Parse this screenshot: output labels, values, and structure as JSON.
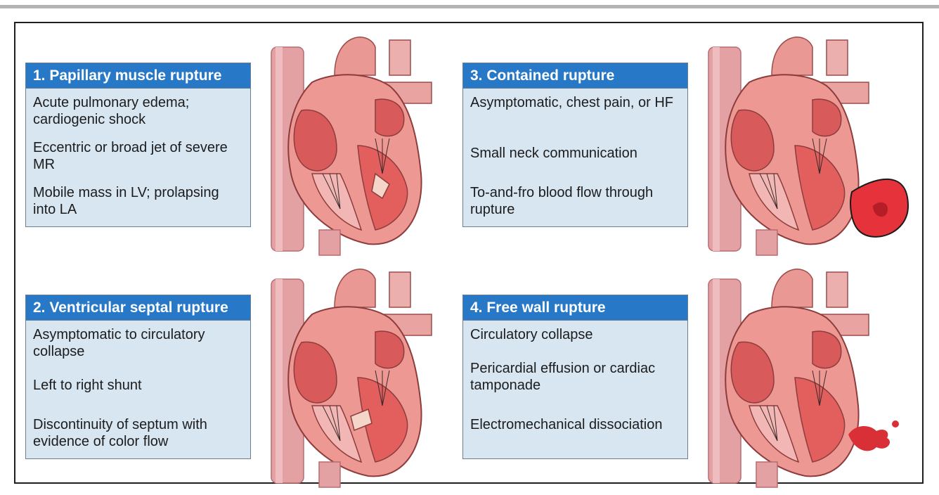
{
  "panels": [
    {
      "title": "1. Papillary muscle rupture",
      "items": [
        "Acute pulmonary edema; cardiogenic shock",
        "Eccentric or broad jet of severe MR",
        "Mobile mass in LV; prolapsing into LA"
      ]
    },
    {
      "title": "3. Contained rupture",
      "items": [
        "Asymptomatic, chest pain, or HF",
        "Small neck communication",
        "To-and-fro blood flow through rupture"
      ]
    },
    {
      "title": "2. Ventricular septal rupture",
      "items": [
        "Asymptomatic to circulatory collapse",
        "Left to right shunt",
        "Discontinuity of septum with evidence of color flow"
      ]
    },
    {
      "title": "4. Free wall rupture",
      "items": [
        "Circulatory collapse",
        "Pericardial effusion or cardiac tamponade",
        "Electromechanical dissociation"
      ]
    }
  ],
  "colors": {
    "header_blue": "#2878c8",
    "card_fill": "#d8e6f2",
    "heart_pink": "#e9827f",
    "heart_dark": "#c9504f",
    "blood": "#d93038"
  }
}
